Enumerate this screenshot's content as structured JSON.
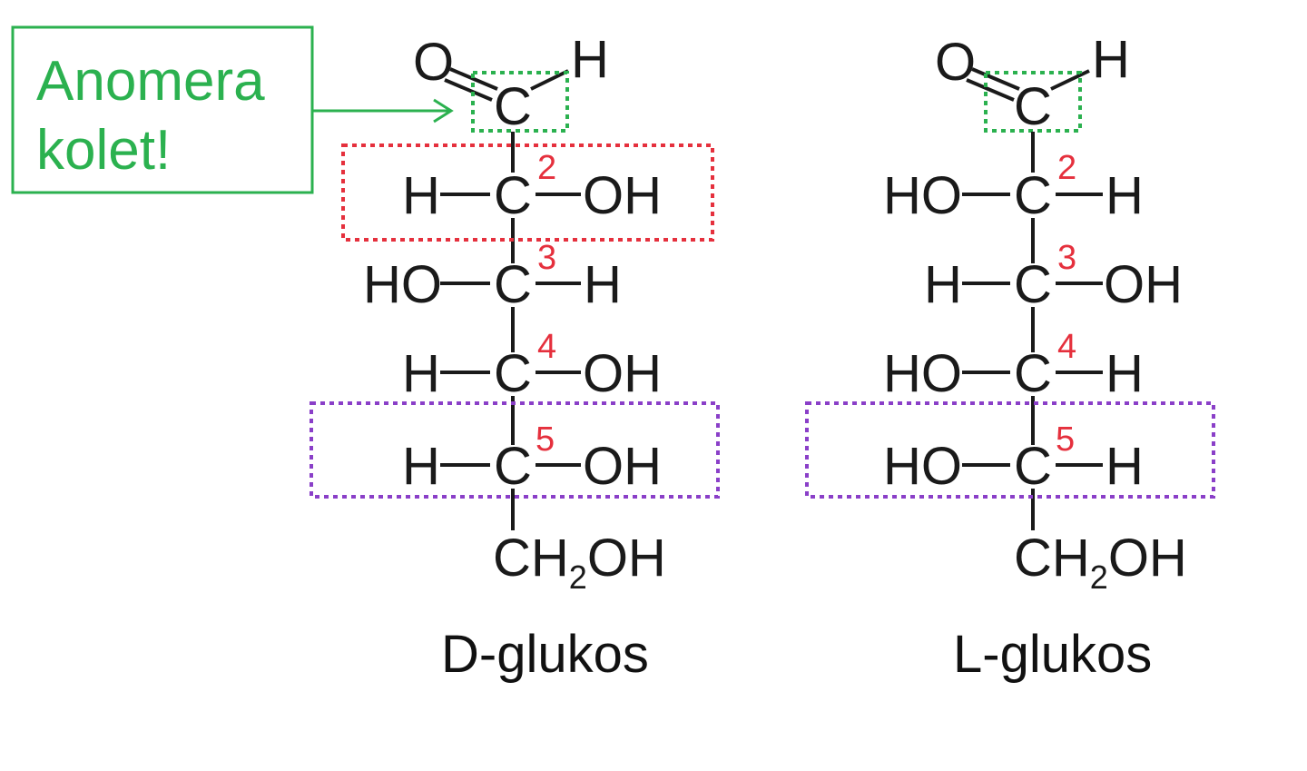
{
  "callout": {
    "line1": "Anomera",
    "line2": "kolet!"
  },
  "d_glucose": {
    "caption": "D-glukos",
    "top_O": "O",
    "top_H": "H",
    "carbon": "C",
    "rows": [
      {
        "num": "2",
        "left": "H",
        "right": "OH"
      },
      {
        "num": "3",
        "left": "HO",
        "right": "H"
      },
      {
        "num": "4",
        "left": "H",
        "right": "OH"
      },
      {
        "num": "5",
        "left": "H",
        "right": "OH"
      }
    ],
    "tail_pre": "CH",
    "tail_sub": "2",
    "tail_post": "OH"
  },
  "l_glucose": {
    "caption": "L-glukos",
    "top_O": "O",
    "top_H": "H",
    "carbon": "C",
    "rows": [
      {
        "num": "2",
        "left": "HO",
        "right": "H"
      },
      {
        "num": "3",
        "left": "H",
        "right": "OH"
      },
      {
        "num": "4",
        "left": "HO",
        "right": "H"
      },
      {
        "num": "5",
        "left": "HO",
        "right": "H"
      }
    ],
    "tail_pre": "CH",
    "tail_sub": "2",
    "tail_post": "OH"
  },
  "colors": {
    "anomeric_carbon_box": "#2bb14f",
    "carbon2_box": "#e5303d",
    "carbon5_box": "#8a3fc8",
    "carbon_numbers": "#e5303d"
  }
}
